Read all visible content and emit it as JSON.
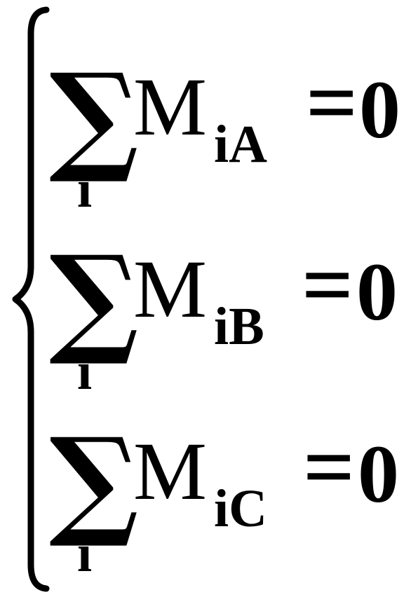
{
  "equations": [
    {
      "sum_symbol": "∑",
      "sum_index": "i",
      "variable": "M",
      "subscript": "iA",
      "relation": "=",
      "rhs": "0"
    },
    {
      "sum_symbol": "∑",
      "sum_index": "i",
      "variable": "M",
      "subscript": "iB",
      "relation": "=",
      "rhs": "0"
    },
    {
      "sum_symbol": "∑",
      "sum_index": "i",
      "variable": "M",
      "subscript": "iC",
      "relation": "=",
      "rhs": "0"
    }
  ]
}
